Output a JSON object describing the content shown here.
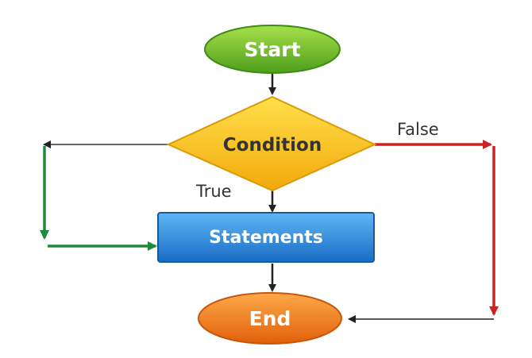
{
  "diagram": {
    "nodes": {
      "start": {
        "label": "Start",
        "shape": "ellipse",
        "color": "#6cbf2a"
      },
      "condition": {
        "label": "Condition",
        "shape": "diamond",
        "color": "#f7c21e"
      },
      "statements": {
        "label": "Statements",
        "shape": "rectangle",
        "color": "#2a86d8"
      },
      "end": {
        "label": "End",
        "shape": "ellipse",
        "color": "#f07a12"
      }
    },
    "edges": {
      "false_label": "False",
      "true_label": "True"
    },
    "colors": {
      "false_arrow": "#cc2222",
      "loop_arrow": "#1f8a3a",
      "default_arrow": "#222222"
    }
  }
}
